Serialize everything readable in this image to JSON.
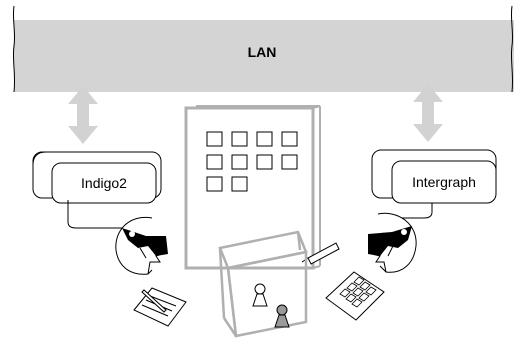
{
  "network": {
    "label": "LAN"
  },
  "workstations": [
    {
      "label": "Indigo2"
    },
    {
      "label": "Intergraph"
    }
  ],
  "colors": {
    "lan_bar": "#d4d4d4",
    "arrow": "#d2d2d2",
    "display_outline": "#b0b0b0",
    "line": "#000000",
    "background": "#ffffff"
  }
}
